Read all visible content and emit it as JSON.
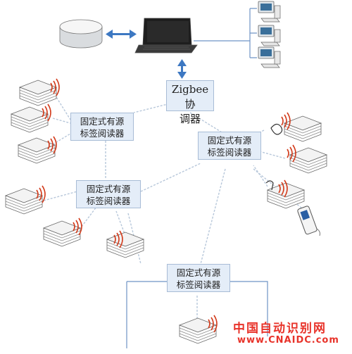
{
  "coordinator": {
    "line1": "Zigbee协",
    "line2": "调器"
  },
  "reader_label": {
    "line1": "固定式有源",
    "line2": "标签阅读器"
  },
  "watermark": {
    "cn": "中国自动识别网",
    "url": "www.CNAIDC.com"
  },
  "colors": {
    "link": "#b7c7da",
    "arrow": "#3d78c2",
    "box_fill": "#e4edf8",
    "box_border": "#a8bcd6",
    "watermark": "#e8332a",
    "signal": "#d23a1a"
  }
}
